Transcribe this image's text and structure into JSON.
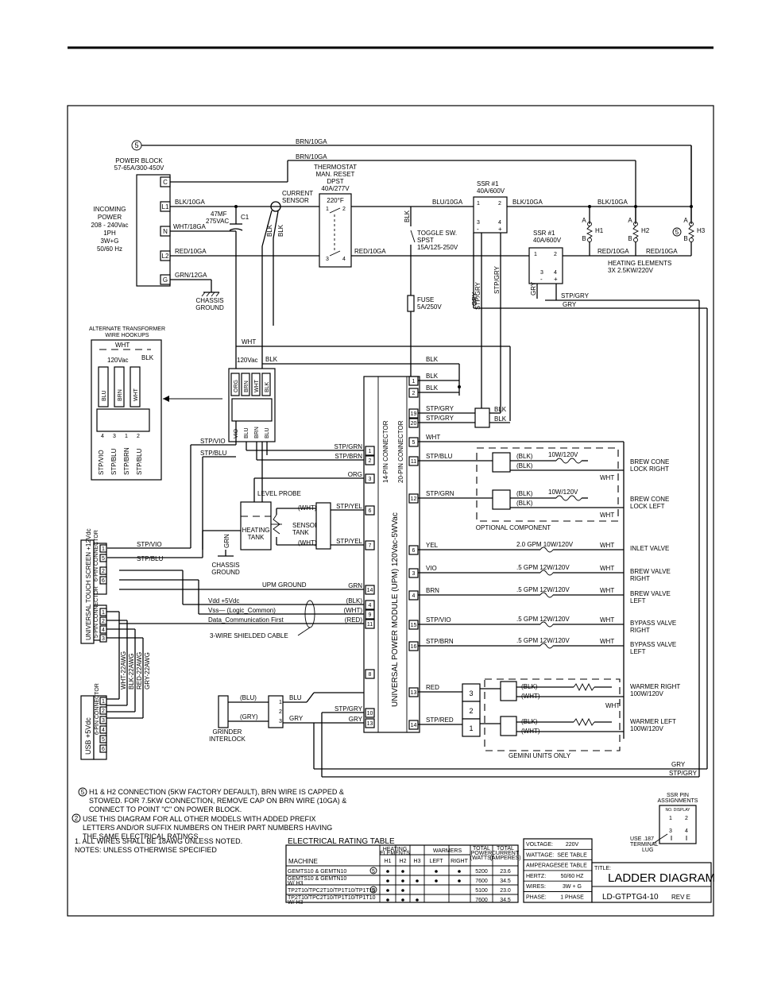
{
  "power": {
    "circle_marker": "5",
    "brn_top": "BRN/10GA",
    "brn_second": "BRN/10GA",
    "power_block_title": "POWER BLOCK",
    "power_block_spec": "57-65A/300-450V",
    "terminals": [
      "C",
      "L1",
      "N",
      "L2",
      "G"
    ],
    "incoming": [
      "INCOMING",
      "POWER",
      "208 - 240Vac",
      "1PH",
      "3W+G",
      "50/60 Hz"
    ],
    "blk10": "BLK/10GA",
    "wht18": "WHT/18GA",
    "red10": "RED/10GA",
    "grn12": "GRN/12GA",
    "chassis": [
      "CHASSIS",
      "GROUND"
    ],
    "cap": [
      "47MF",
      "275VAC",
      "C1"
    ],
    "current_sensor": [
      "CURRENT",
      "SENSOR"
    ],
    "blk": "BLK"
  },
  "thermostat": {
    "label": [
      "THERMOSTAT",
      "MAN. RESET",
      "DPST",
      "40A/277V"
    ],
    "temp": "220°F",
    "pins": [
      "1",
      "2",
      "3",
      "4"
    ],
    "red_out": "RED/10GA",
    "blu_out": "BLU/10GA"
  },
  "toggle": {
    "label": [
      "TOGGLE SW.",
      "SPST",
      "15A/125-250V"
    ],
    "fuse": [
      "FUSE",
      "5A/250V"
    ]
  },
  "ssr": {
    "ssr1_top": [
      "SSR #1",
      "40A/600V"
    ],
    "ssr1_bottom": [
      "SSR #1",
      "40A/600V"
    ],
    "pins": [
      "1",
      "2",
      "3",
      "4"
    ],
    "plus": "+",
    "minus": "-",
    "blk_out": "BLK/10GA",
    "blk_right": "BLK/10GA",
    "red_a": "RED/10GA",
    "red_b": "RED/10GA",
    "stp_gry_v": "STP/GRY",
    "gry_v": "GRY",
    "stp_gry_h": "STP/GRY",
    "gry_h": "GRY"
  },
  "heating": {
    "elements": [
      "H1",
      "H2",
      "H3"
    ],
    "a": "A",
    "b": "B",
    "circle5": "5",
    "label": [
      "HEATING ELEMENTS",
      "3X 2.5KW/220V"
    ]
  },
  "transformer": {
    "alt_title": [
      "ALTERNATE TRANSFORMER",
      "WIRE HOOKUPS"
    ],
    "wht": "WHT",
    "v120": "120Vac",
    "blk": "BLK",
    "taps": [
      "BLU",
      "BRN",
      "WHT"
    ],
    "pins": [
      "4",
      "3",
      "1",
      "2"
    ],
    "wires": [
      "STP/VIO",
      "STP/BLU",
      "STP/BRN",
      "STP/BLU"
    ],
    "main_taps": [
      "ORG",
      "BRN",
      "WHT",
      "BLK"
    ],
    "main_taps_low": [
      "VIO",
      "BLU",
      "BRN",
      "BLU"
    ]
  },
  "upm": {
    "title": "UNIVERSAL POWER MODULE (UPM) 120Vac-5WVac",
    "conn14": "14-PIN CONNECTOR",
    "conn20": "20-PIN CONNECTOR",
    "left_pins": [
      "1",
      "2",
      "3",
      "6",
      "7",
      "14",
      "4",
      "9",
      "11",
      "8",
      "10",
      "13"
    ],
    "left_labels": [
      "STP/GRN",
      "STP/BRN",
      "ORG",
      "STP/YEL",
      "STP/YEL",
      "GRN",
      "(BLK)",
      "(WHT)",
      "(RED)",
      "",
      "STP/GRY",
      "GRY"
    ],
    "right_pins": [
      "1",
      "2",
      "19",
      "20",
      "5",
      "11",
      "12",
      "6",
      "3",
      "4",
      "15",
      "16",
      "13",
      "14"
    ],
    "right_labels": [
      "BLK",
      "BLK",
      "STP/GRY",
      "STP/GRY",
      "WHT",
      "STP/BLU",
      "STP/GRN",
      "YEL",
      "VIO",
      "BRN",
      "STP/VIO",
      "STP/BRN",
      "RED",
      "STP/RED"
    ]
  },
  "sensors": {
    "level_probe": "LEVEL PROBE",
    "heating_tank": [
      "HEATING",
      "TANK"
    ],
    "sensor_tank": [
      "SENSOR",
      "TANK"
    ],
    "wht": "(WHT)",
    "grn": "GRN",
    "chassis": [
      "CHASSIS",
      "GROUND"
    ],
    "upm_ground": "UPM GROUND",
    "vdd": "Vdd +5Vdc",
    "vss": "Vss— (Logic_Common)",
    "data": "Data_Communication First",
    "shield": "3-WIRE SHIELDED CABLE",
    "stp_vio": "STP/VIO",
    "stp_blu": "STP/BLU"
  },
  "touch": {
    "label": "UNIVERSAL TOUCH SCREEN +12Vdc",
    "conn6": "6-PIN CONNECTOR",
    "conn5": "5-PIN CONNECTOR",
    "pins6": [
      "1",
      "5",
      "2",
      "6"
    ],
    "pins5": [
      "1",
      "2",
      "4",
      "3"
    ],
    "awg": [
      "WHT-22AWG",
      "BLK-22AWG",
      "RED-22AWG",
      "GRY-22AWG"
    ]
  },
  "usb": {
    "label": "USB +5Vdc",
    "conn": "6-PIN CONNECTOR",
    "pins": [
      "1",
      "2",
      "3",
      "4",
      "5",
      "6"
    ]
  },
  "grinder": {
    "blu": "(BLU)",
    "gry": "(GRY)",
    "blu2": "BLU",
    "gry2": "GRY",
    "label": [
      "GRINDER",
      "INTERLOCK"
    ],
    "pins": [
      "1",
      "2",
      "3"
    ]
  },
  "loads": {
    "brew_right": [
      "BREW CONE",
      "LOCK RIGHT"
    ],
    "brew_left": [
      "BREW CONE",
      "LOCK LEFT"
    ],
    "coil": "10W/120V",
    "blk": "(BLK)",
    "optional": "OPTIONAL COMPONENT",
    "wht": "WHT",
    "inlet": [
      "2.0 GPM 10W/120V",
      "INLET VALVE"
    ],
    "valves": [
      {
        "rating": ".5 GPM 12W/120V",
        "name": [
          "BREW VALVE",
          "RIGHT"
        ]
      },
      {
        "rating": ".5 GPM 12W/120V",
        "name": [
          "BREW VALVE",
          "LEFT"
        ]
      },
      {
        "rating": ".5 GPM 12W/120V",
        "name": [
          "BYPASS VALVE",
          "RIGHT"
        ]
      },
      {
        "rating": ".5 GPM 12W/120V",
        "name": [
          "BYPASS VALVE",
          "LEFT"
        ]
      }
    ],
    "warmer_right": [
      "WARMER RIGHT",
      "100W/120V"
    ],
    "warmer_left": [
      "WARMER LEFT",
      "100W/120V"
    ],
    "gemini": "GEMINI UNITS ONLY",
    "warmer_pins": [
      "3",
      "2",
      "1"
    ],
    "warmer_wht": "(WHT)",
    "gry_bottom": "GRY",
    "stp_gry_bottom": "STP/GRY"
  },
  "notes": {
    "n5": "H1 & H2 CONNECTION (5KW FACTORY DEFAULT), BRN WIRE IS CAPPED &",
    "n5b": "STOWED. FOR 7.5KW CONNECTION, REMOVE CAP ON BRN WIRE (10GA) &",
    "n5c": "CONNECT TO POINT \"C\" ON POWER BLOCK.",
    "n2": "USE THIS DIAGRAM FOR ALL OTHER MODELS WITH ADDED PREFIX",
    "n2b": "LETTERS AND/OR SUFFIX NUMBERS ON THEIR PART NUMBERS HAVING",
    "n2c": "THE SAME ELECTRICAL RATINGS.",
    "n1": "1. ALL WIRES SHALL BE 18AWG UNLESS NOTED.",
    "n0": "NOTES: UNLESS OTHERWISE SPECIFIED",
    "circle5": "5",
    "circle2": "2"
  },
  "rating": {
    "title": "ELECTRICAL RATING TABLE",
    "h_heating": [
      "HEATING",
      "ELEMENTS"
    ],
    "h_warmers": "WARMERS",
    "h_total_power": [
      "TOTAL",
      "POWER",
      "(WATTS)"
    ],
    "h_total_current": [
      "TOTAL",
      "CURRENT",
      "(AMPERES)"
    ],
    "h_machine": "MACHINE",
    "cols": [
      "H1",
      "H2",
      "H3",
      "LEFT",
      "RIGHT"
    ],
    "rows": [
      {
        "machine": "GEMTS10 & GEMTN10",
        "sub": "",
        "dots": [
          1,
          1,
          0,
          1,
          1
        ],
        "power": "5200",
        "current": "23.6"
      },
      {
        "machine": "GEMTS10 & GEMTN10",
        "sub": "W/ H3",
        "dots": [
          1,
          1,
          1,
          1,
          1
        ],
        "power": "7600",
        "current": "34.5"
      },
      {
        "machine": "TP2T10/TPC2T10/TP1T10/TP1T10",
        "sub": "",
        "dots": [
          1,
          1,
          0,
          0,
          0
        ],
        "power": "5100",
        "current": "23.0"
      },
      {
        "machine": "TP2T10/TPC2T10/TP1T10/TP1T10",
        "sub": "W/ H3",
        "dots": [
          1,
          1,
          1,
          0,
          0
        ],
        "power": "7600",
        "current": "34.5"
      }
    ]
  },
  "title_block": {
    "fields": [
      {
        "k": "VOLTAGE:",
        "v": "220V"
      },
      {
        "k": "WATTAGE:",
        "v": "SEE TABLE"
      },
      {
        "k": "AMPERAGE:",
        "v": "SEE TABLE"
      },
      {
        "k": "HERTZ:",
        "v": "50/60 HZ"
      },
      {
        "k": "WIRES:",
        "v": "3W + G"
      },
      {
        "k": "PHASE:",
        "v": "1 PHASE"
      }
    ],
    "title_label": "TITLE:",
    "title": "LADDER DIAGRAM",
    "drawing": "LD-GTPTG4-10",
    "rev": "REV E"
  },
  "ssr_pins": {
    "title": [
      "SSR PIN",
      "ASSIGNMENTS"
    ],
    "sub": "NO. DISPLAY",
    "use": [
      "USE .187",
      "TERMINAL",
      "LUG"
    ],
    "pins": [
      "1",
      "2",
      "3",
      "4"
    ]
  }
}
